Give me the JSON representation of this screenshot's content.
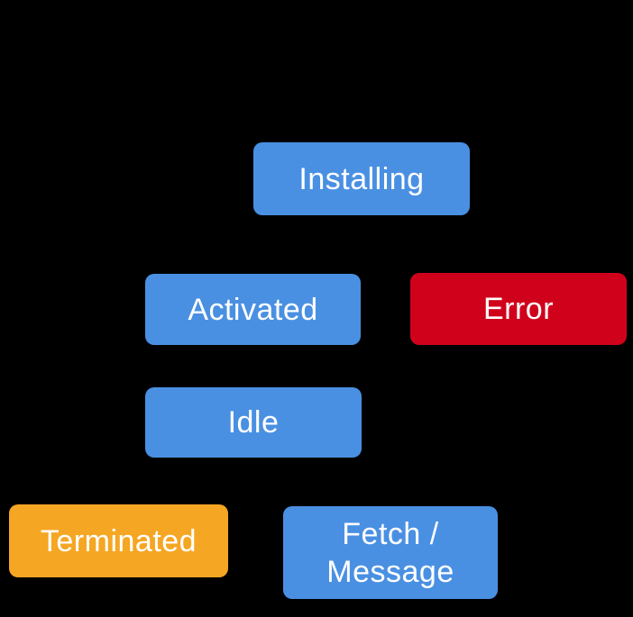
{
  "canvas": {
    "background": "#000000",
    "node_text_color": "#ffffff"
  },
  "palette": {
    "state_blue": "#4a90e2",
    "error_red": "#d0021b",
    "terminated_orange": "#f5a623"
  },
  "nodes": [
    {
      "id": "installing",
      "label": "Installing",
      "fill": "#4a90e2"
    },
    {
      "id": "activated",
      "label": "Activated",
      "fill": "#4a90e2"
    },
    {
      "id": "error",
      "label": "Error",
      "fill": "#d0021b"
    },
    {
      "id": "idle",
      "label": "Idle",
      "fill": "#4a90e2"
    },
    {
      "id": "terminated",
      "label": "Terminated",
      "fill": "#f5a623"
    },
    {
      "id": "fetch-message",
      "label": "Fetch /\nMessage",
      "fill": "#4a90e2"
    }
  ]
}
